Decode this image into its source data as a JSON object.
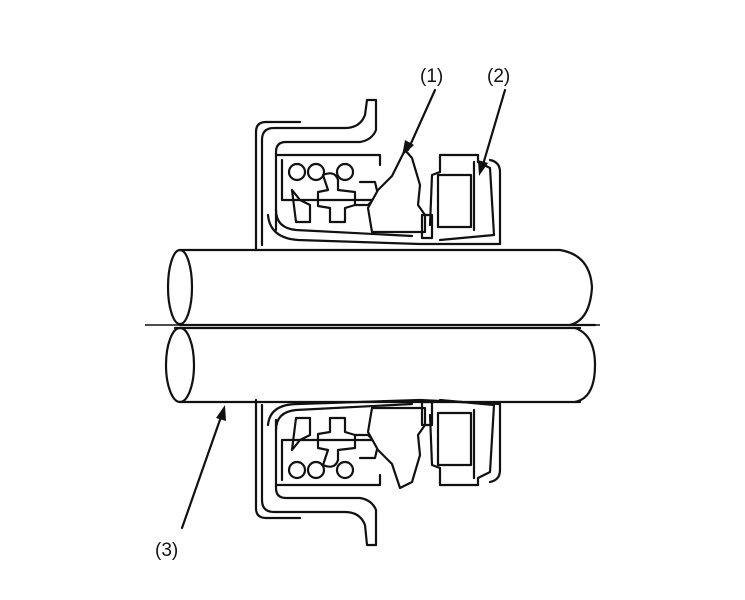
{
  "labels": {
    "one": "(1)",
    "two": "(2)",
    "three": "(3)"
  },
  "colors": {
    "line": "#111111",
    "background": "#ffffff"
  }
}
